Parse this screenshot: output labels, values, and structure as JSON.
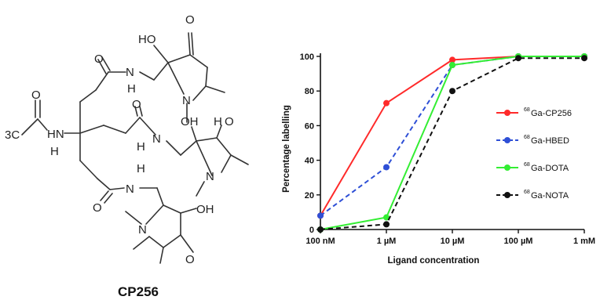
{
  "compound": {
    "name": "CP256",
    "atom_labels": {
      "O": "O",
      "OH": "OH",
      "HO": "HO",
      "N": "N",
      "NH": "NH",
      "HN": "HN",
      "H": "H",
      "CH3": "3C"
    }
  },
  "chart_data": {
    "type": "line",
    "title": "",
    "xlabel": "Ligand concentration",
    "ylabel": "Percentage labelling",
    "categories": [
      "100 nM",
      "1 µM",
      "10 µM",
      "100 µM",
      "1 mM"
    ],
    "ylim": [
      0,
      100
    ],
    "yticks": [
      "0",
      "20",
      "40",
      "60",
      "80",
      "100"
    ],
    "grid": false,
    "legend_placement": "right",
    "series": [
      {
        "name": "Ga-CP256",
        "isotope": "68",
        "color": "#ff2a2a",
        "dash": "solid",
        "values": [
          8,
          73,
          98,
          100,
          100
        ]
      },
      {
        "name": "Ga-HBED",
        "isotope": "68",
        "color": "#2e4fd6",
        "dash": "dashed",
        "values": [
          8,
          36,
          95,
          100,
          100
        ]
      },
      {
        "name": "Ga-DOTA",
        "isotope": "68",
        "color": "#33ee33",
        "dash": "solid",
        "values": [
          0,
          7,
          95,
          100,
          100
        ]
      },
      {
        "name": "Ga-NOTA",
        "isotope": "68",
        "color": "#111111",
        "dash": "dashed",
        "values": [
          0,
          3,
          80,
          99,
          99
        ]
      }
    ]
  }
}
